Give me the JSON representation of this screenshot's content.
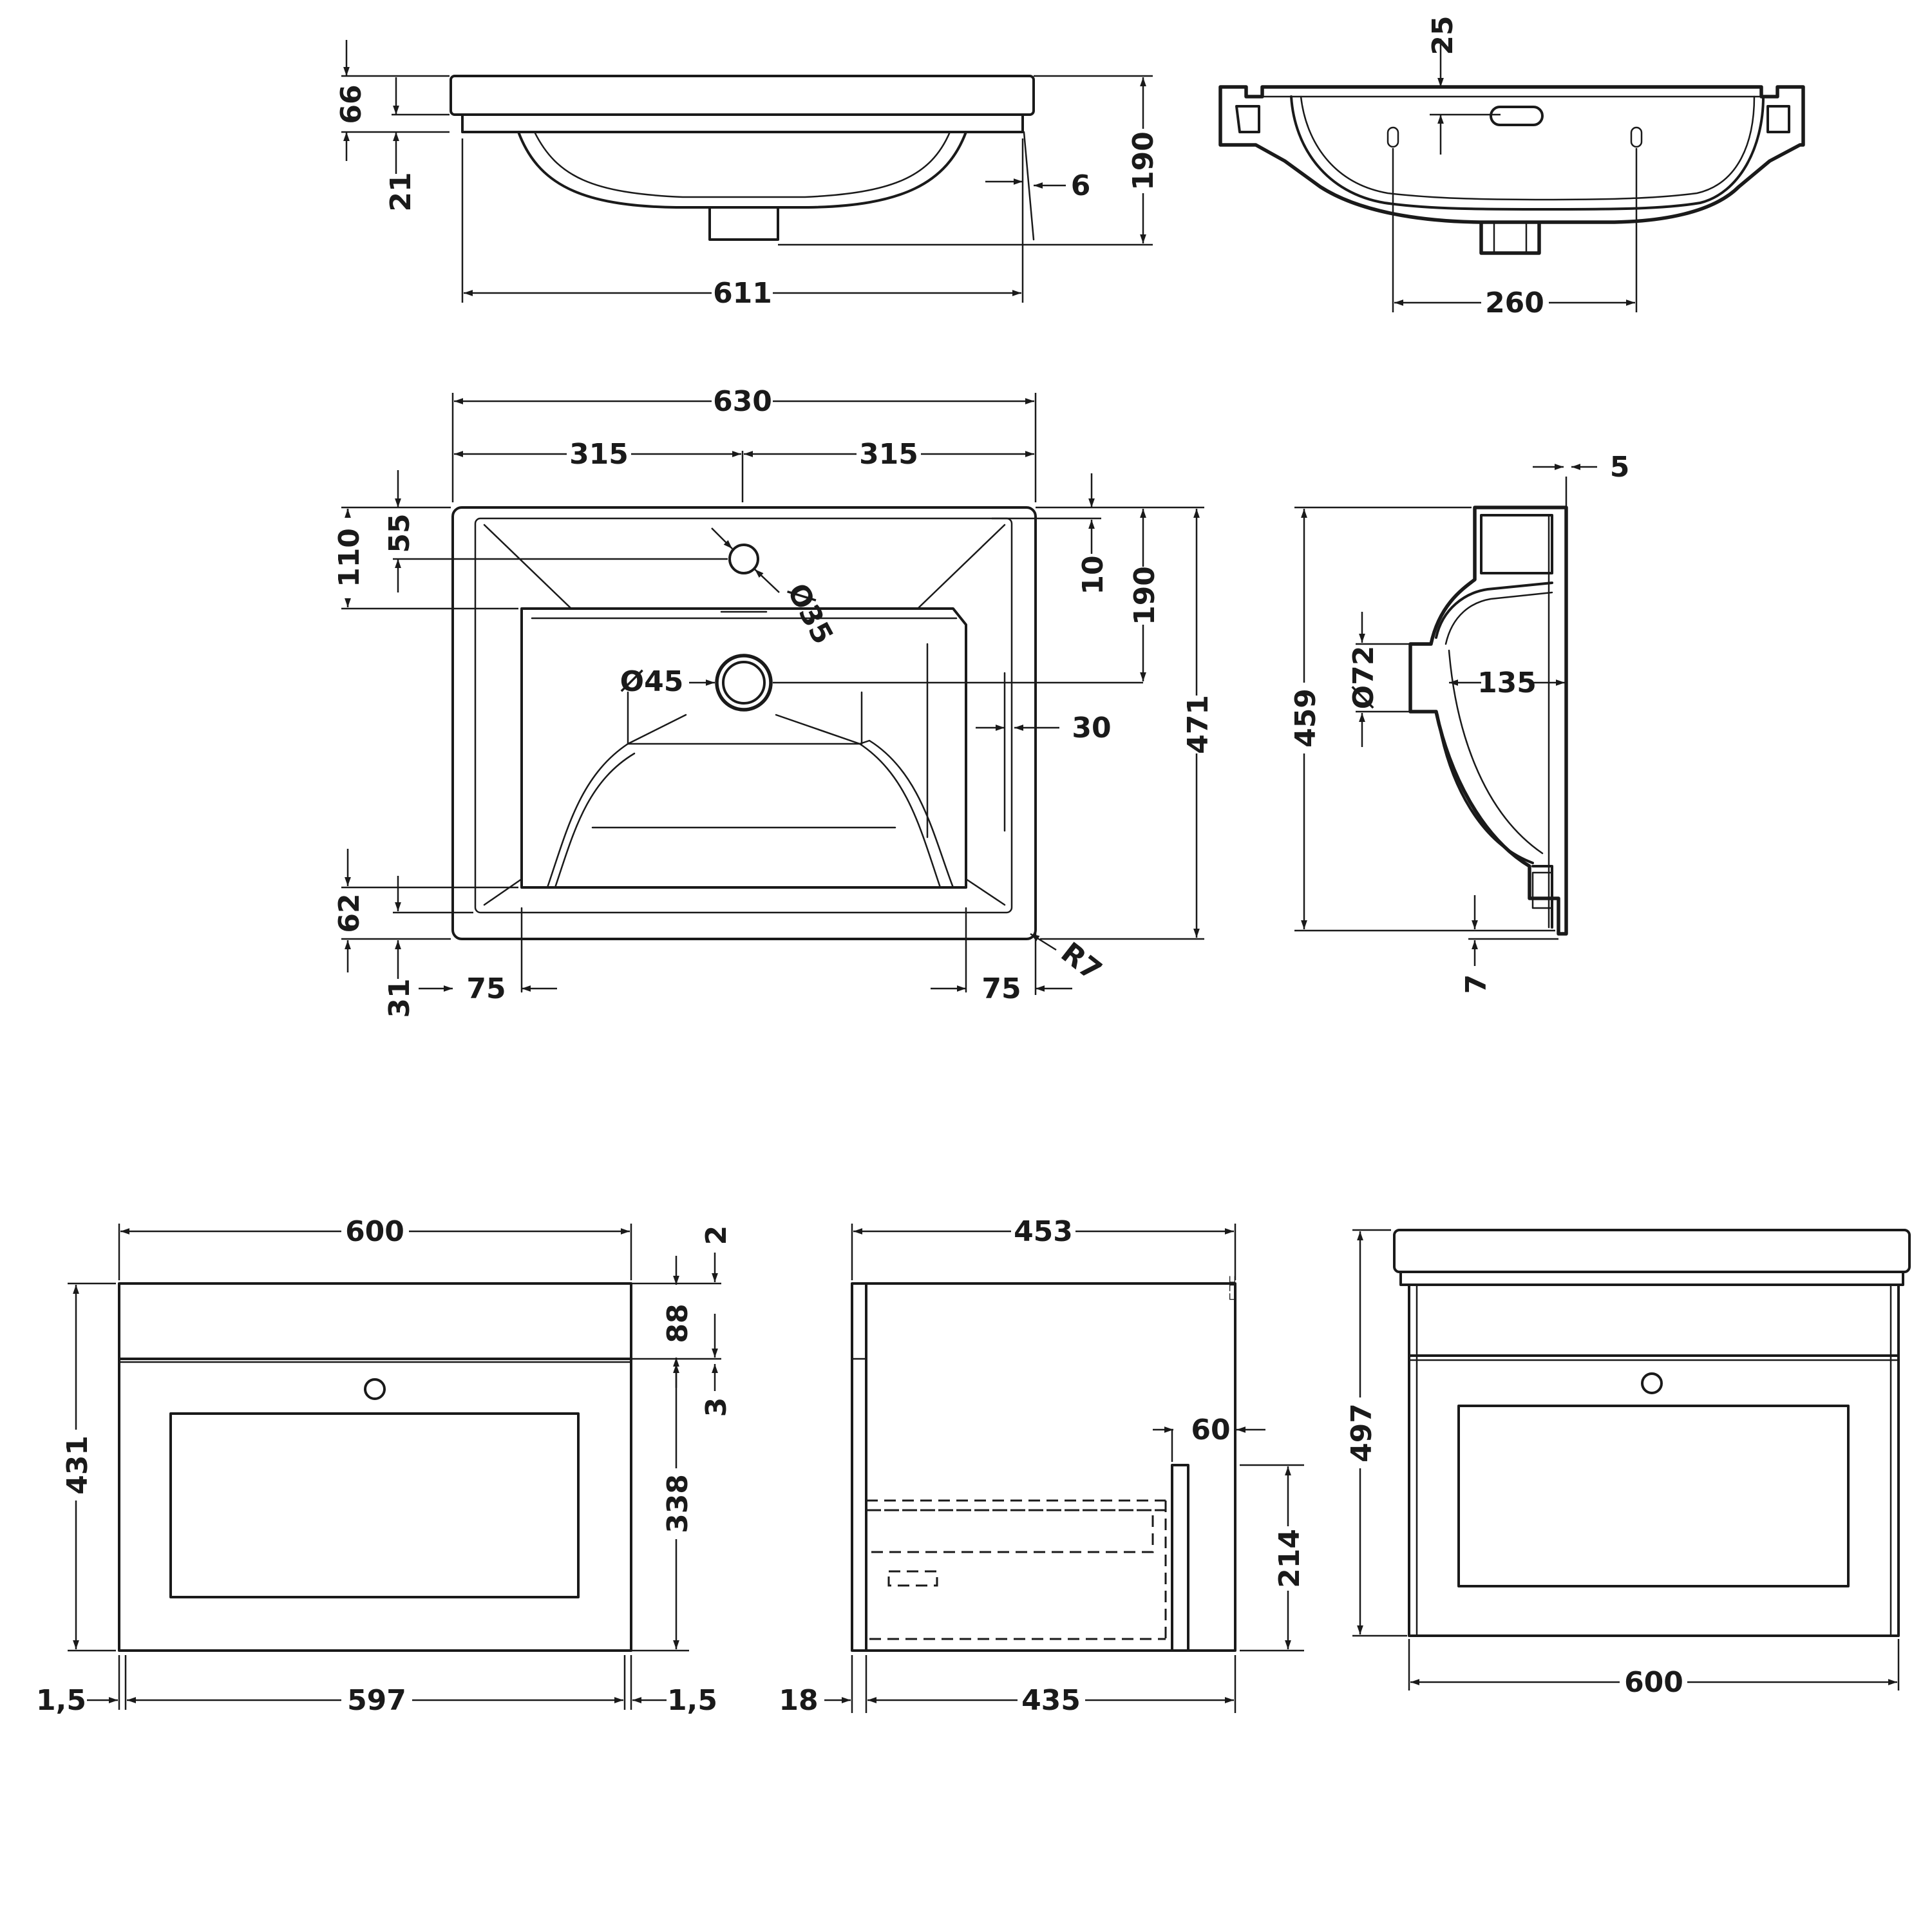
{
  "dimensions": {
    "top_66": "66",
    "top_21": "21",
    "top_611": "611",
    "top_6": "6",
    "top_190": "190",
    "sec_25": "25",
    "sec_260": "260",
    "plan_630": "630",
    "plan_315_left": "315",
    "plan_315_right": "315",
    "plan_110": "110",
    "plan_55": "55",
    "plan_10": "10",
    "plan_190": "190",
    "plan_471": "471",
    "plan_d35": "Ø35",
    "plan_d45": "Ø45",
    "plan_30": "30",
    "plan_62": "62",
    "plan_31": "31",
    "plan_75_left": "75",
    "plan_75_right": "75",
    "plan_r7": "R7",
    "side_5": "5",
    "side_459": "459",
    "side_d72": "Ø72",
    "side_135": "135",
    "side_7": "7",
    "front_600": "600",
    "front_431": "431",
    "front_2": "2",
    "front_88": "88",
    "front_3": "3",
    "front_338": "338",
    "front_1_5_left": "1,5",
    "front_597": "597",
    "front_1_5_right": "1,5",
    "cab_453": "453",
    "cab_60": "60",
    "cab_214": "214",
    "cab_18": "18",
    "cab_435": "435",
    "assembled_497": "497",
    "assembled_600": "600"
  }
}
